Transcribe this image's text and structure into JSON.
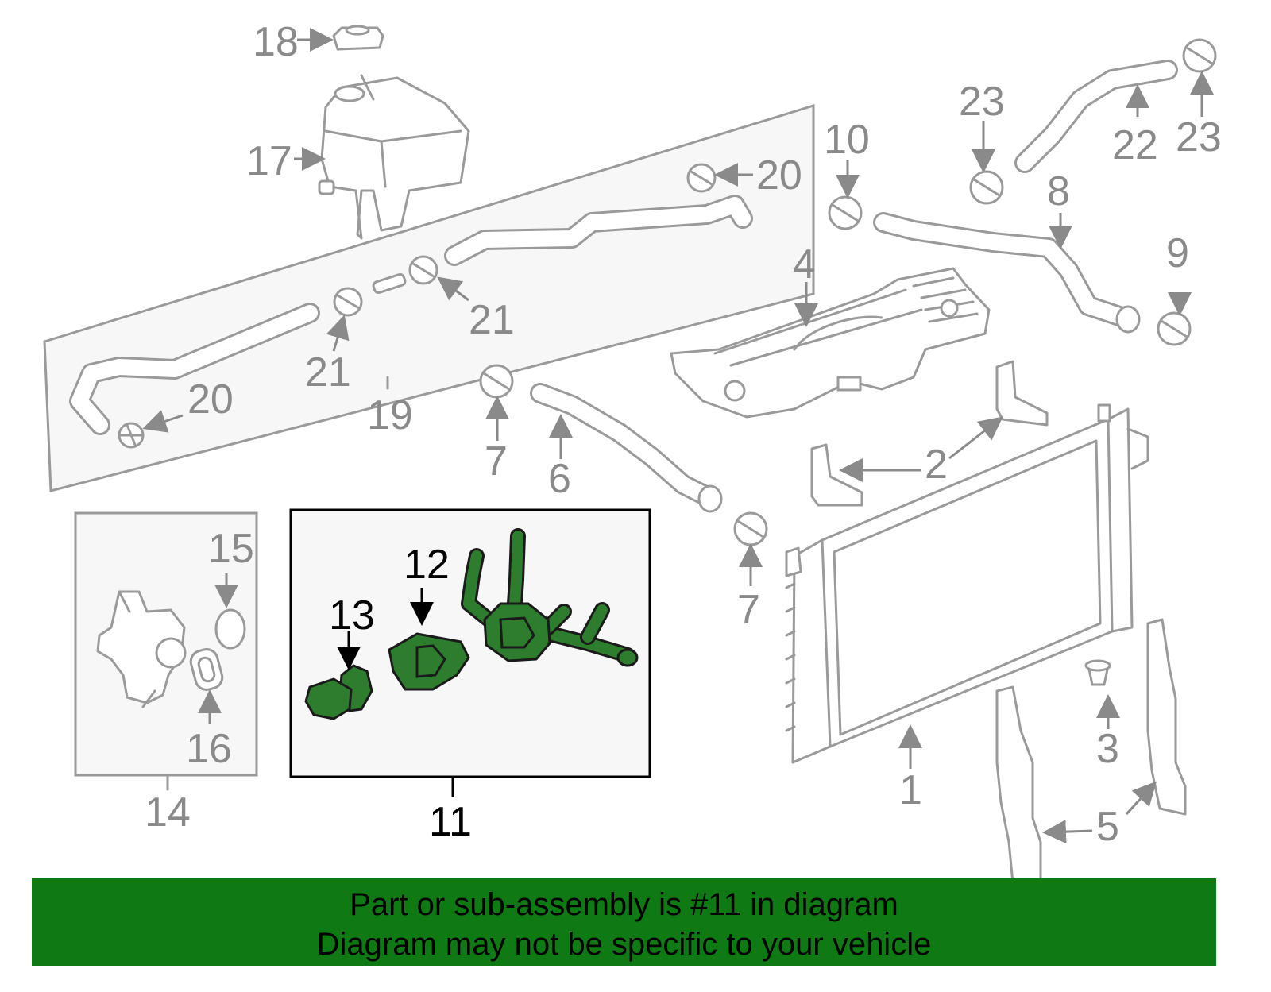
{
  "callouts": {
    "c1": "1",
    "c2": "2",
    "c3": "3",
    "c4": "4",
    "c5": "5",
    "c6": "6",
    "c7a": "7",
    "c7b": "7",
    "c8": "8",
    "c9": "9",
    "c10": "10",
    "c11": "11",
    "c12": "12",
    "c13": "13",
    "c14": "14",
    "c15": "15",
    "c16": "16",
    "c17": "17",
    "c18": "18",
    "c19": "19",
    "c20a": "20",
    "c20b": "20",
    "c21a": "21",
    "c21b": "21",
    "c22": "22",
    "c23a": "23",
    "c23b": "23"
  },
  "banner": {
    "line1": "Part or sub-assembly is #11 in diagram",
    "line2": "Diagram may not be specific to your vehicle"
  },
  "colors": {
    "highlight": "#2e7d2e",
    "banner": "#0f7a14",
    "outline": "#9a9a9a",
    "label": "#8a8a8a"
  }
}
